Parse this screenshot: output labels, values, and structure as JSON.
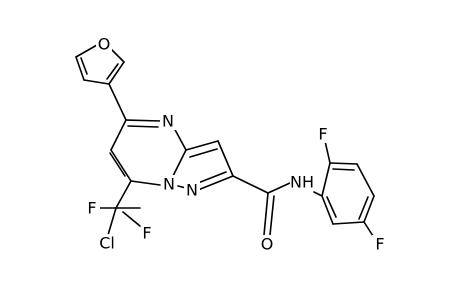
{
  "molecule": {
    "atoms": {
      "o_furan": "O",
      "n_pyrimidine": "N",
      "n_bridge": "N",
      "n_pyrazole": "N",
      "n_amide": "NH",
      "o_carbonyl": "O",
      "f_ortho": "F",
      "f_meta": "F",
      "f_cf2_left": "F",
      "f_cf2_right": "F",
      "cl": "Cl"
    }
  }
}
